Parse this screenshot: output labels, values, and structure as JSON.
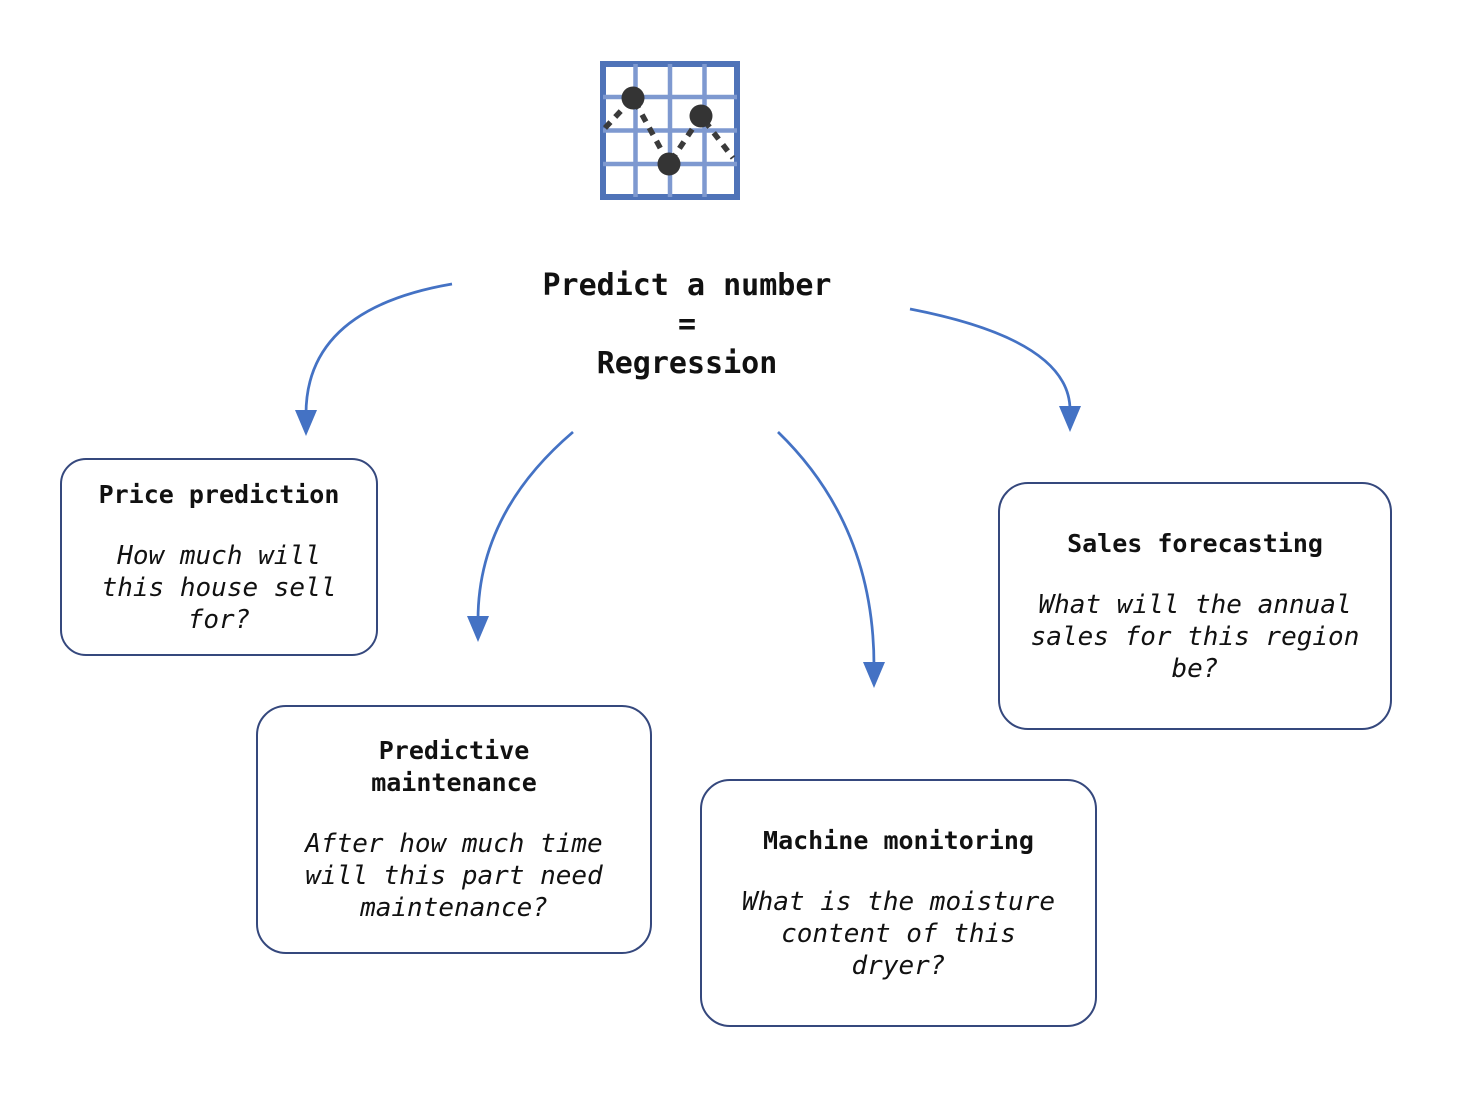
{
  "diagram": {
    "title": "Predict a number\n=\nRegression",
    "icon": "scatter-line-chart-icon",
    "colors": {
      "arrow_blue": "#4472C4",
      "box_border_navy": "#35487D",
      "icon_frame_blue": "#4F73B8",
      "icon_grid_blue": "#7E99D0",
      "icon_dot_dark": "#343434",
      "text": "#111111"
    },
    "nodes": [
      {
        "id": "price-prediction",
        "heading": "Price prediction",
        "question": "How much will\nthis house sell\nfor?"
      },
      {
        "id": "predictive-maintenance",
        "heading": "Predictive\nmaintenance",
        "question": "After how much time\nwill this part need\nmaintenance?"
      },
      {
        "id": "machine-monitoring",
        "heading": "Machine monitoring",
        "question": "What is the moisture\ncontent of this\ndryer?"
      },
      {
        "id": "sales-forecasting",
        "heading": "Sales forecasting",
        "question": "What will the annual\nsales for this region\nbe?"
      }
    ]
  }
}
